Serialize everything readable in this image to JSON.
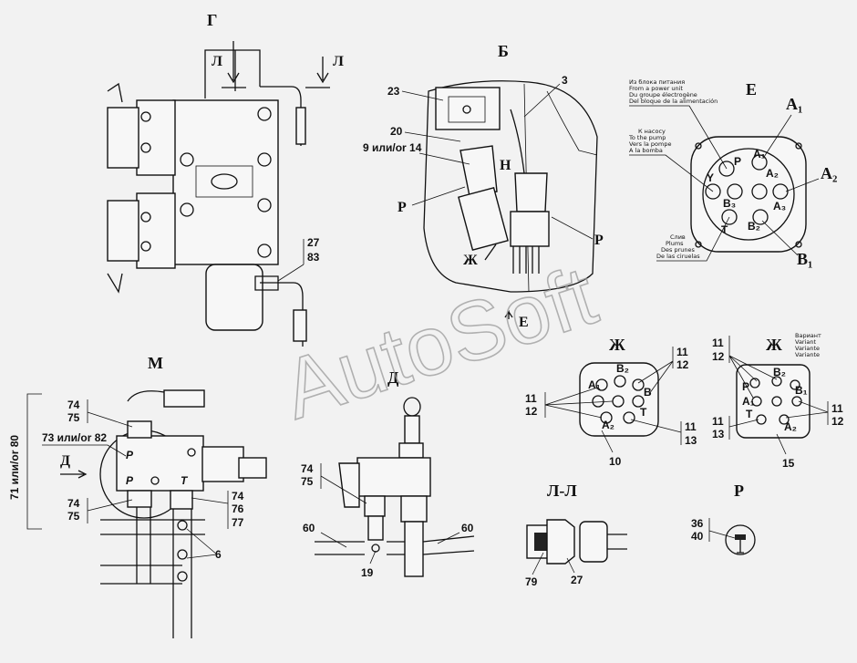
{
  "views": {
    "G": {
      "title": "Г",
      "section_mark_left": "Л",
      "section_mark_right": "Л",
      "callouts": [
        "27",
        "83"
      ]
    },
    "B": {
      "title": "Б",
      "callouts": [
        "23",
        "20",
        "9 или/or 14",
        "3"
      ],
      "marks": [
        "Р",
        "Р",
        "Н",
        "Ж",
        "Е"
      ]
    },
    "E": {
      "title": "Е",
      "ports": [
        "P",
        "Y",
        "A₂",
        "A₁",
        "B₃",
        "A₃",
        "T",
        "B₂"
      ],
      "callouts": [
        "A₁",
        "A₂",
        "B₁"
      ],
      "note_power": [
        "Из блока питания",
        "From a power unit",
        "Du groupe électrogène",
        "Del bloque de la alimentación"
      ],
      "note_pump": [
        "К насосу",
        "To the pump",
        "Vers la pompe",
        "A la bomba"
      ],
      "note_drain": [
        "Слив",
        "Plums",
        "Des prunes",
        "De las ciruelas"
      ]
    },
    "M": {
      "title": "М",
      "side_label": "71 или/or 80",
      "callouts": [
        "74",
        "75",
        "73 или/or 82",
        "74",
        "75",
        "74",
        "76",
        "77",
        "6"
      ],
      "arrow_label": "Д",
      "ports": [
        "P",
        "P",
        "T"
      ]
    },
    "D": {
      "title": "Д",
      "callouts": [
        "74",
        "75",
        "60",
        "60",
        "19"
      ]
    },
    "ZH1": {
      "title": "Ж",
      "callouts": [
        "11",
        "12",
        "11",
        "12",
        "11",
        "13",
        "10"
      ],
      "ports": [
        "B₂",
        "A₁",
        "B",
        "A₂",
        "T"
      ]
    },
    "ZH2": {
      "title": "Ж",
      "variant": [
        "Вариант",
        "Variant",
        "Variante",
        "Variante"
      ],
      "callouts": [
        "11",
        "12",
        "11",
        "12",
        "11",
        "13",
        "15"
      ],
      "ports": [
        "B₂",
        "P",
        "A₁",
        "T",
        "B₁",
        "A₂"
      ]
    },
    "LL": {
      "title": "Л-Л",
      "callouts": [
        "79",
        "27"
      ]
    },
    "R": {
      "title": "Р",
      "callouts": [
        "36",
        "40"
      ]
    }
  },
  "watermark": "AutoSoft"
}
